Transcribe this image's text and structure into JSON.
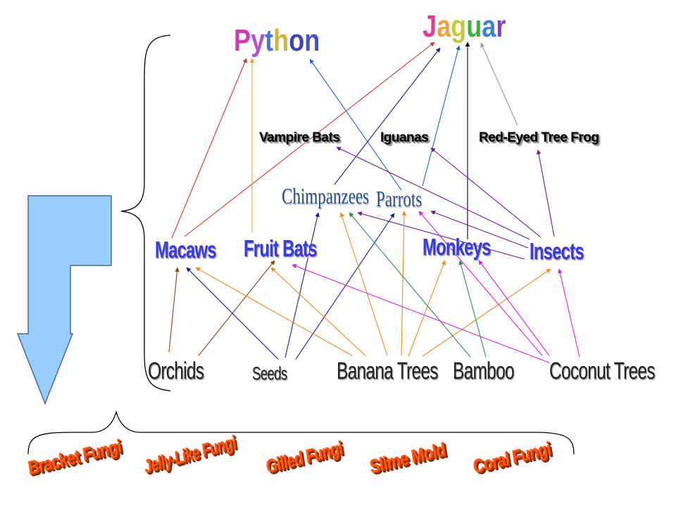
{
  "apex": {
    "python": {
      "letters": [
        "P",
        "y",
        "t",
        "h",
        "o",
        "n"
      ],
      "colors": [
        "#d23ab4",
        "#b450d2",
        "#3c78e6",
        "#d2b43c",
        "#3c46b4",
        "#4650d2"
      ]
    },
    "jaguar": {
      "letters": [
        "J",
        "a",
        "g",
        "u",
        "a",
        "r"
      ],
      "colors": [
        "#e63c8c",
        "#f0a03c",
        "#c8c83c",
        "#3cb43c",
        "#3c82d2",
        "#8c3cc8"
      ]
    }
  },
  "predators": {
    "vampire_bats": "Vampire Bats",
    "iguanas": "Iguanas",
    "red_eyed_tree_frog": "Red-Eyed Tree Frog"
  },
  "mid": {
    "chimpanzees": "Chimpanzees",
    "parrots": "Parrots"
  },
  "consumers": {
    "macaws": "Macaws",
    "fruit_bats": "Fruit Bats",
    "monkeys": "Monkeys",
    "insects": "Insects"
  },
  "producers": {
    "orchids": "Orchids",
    "seeds": "Seeds",
    "banana_trees": "Banana Trees",
    "bamboo": "Bamboo",
    "coconut_trees": "Coconut Trees"
  },
  "decomposers": [
    "Bracket Fungi",
    "Jelly-Like Fungi",
    "Gilled Fungi",
    "Slime Mold",
    "Coral Fungi"
  ],
  "colors": {
    "arrow_red": "#e03030",
    "arrow_orange": "#f08a1e",
    "arrow_blue": "#1e64c8",
    "arrow_navy": "#1e1e8c",
    "arrow_black": "#000000",
    "arrow_gray": "#999999",
    "arrow_purple": "#6e1e8c",
    "arrow_brown": "#8b4513",
    "arrow_magenta": "#e01ee0",
    "arrow_green": "#2e8b57",
    "big_arrow_fill": "#99ccff"
  }
}
